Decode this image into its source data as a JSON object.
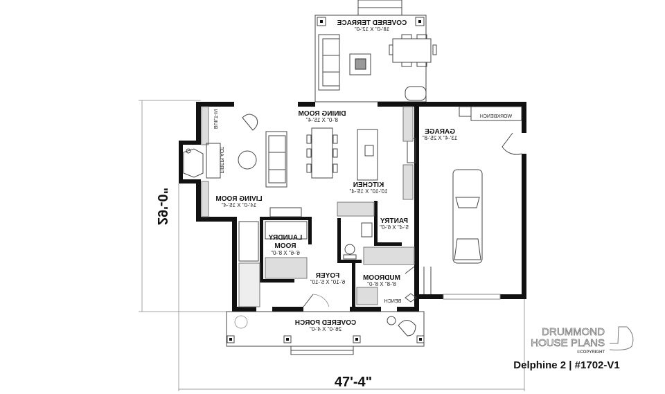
{
  "rooms": {
    "terrace": {
      "name": "COVERED TERRACE",
      "size": "18'-0\" X 12'-0\""
    },
    "dining": {
      "name": "DINING ROOM",
      "size": "8'-0\" X 15'-4\""
    },
    "living": {
      "name": "LIVING ROOM",
      "size": "14'-0\" X 15'-4\""
    },
    "kitchen": {
      "name": "KITCHEN",
      "size": "10'-10\" X 15'-4\""
    },
    "pantry": {
      "name": "PANTRY",
      "size": "5'-4\" X 6'-0\""
    },
    "laundry": {
      "name_line1": "LAUNDRY",
      "name_line2": "ROOM",
      "size": "6'-6\" X 8'-0\""
    },
    "foyer": {
      "name": "FOYER",
      "size": "6'-10\" X 5'-10\""
    },
    "mudroom": {
      "name": "MUDROOM",
      "size": "8'-8\" X 8'-0\""
    },
    "porch": {
      "name": "COVERED PORCH",
      "size": "26'-0\" X 4'-0\""
    },
    "garage": {
      "name": "GARAGE",
      "size": "13'-4\" X 25'-8\""
    }
  },
  "features": {
    "built_in": "BUILT-IN",
    "fireplace": "FIREPLACE",
    "workbench": "WORKBENCH",
    "bench": "BENCH"
  },
  "dimensions": {
    "depth": "29'-0\"",
    "width": "47'-4\""
  },
  "branding": {
    "logo_line1": "DRUMMOND",
    "logo_line2": "HOUSE PLANS",
    "copyright": "©COPYRIGHT",
    "plan_title": "Delphine 2 | #1702-V1"
  },
  "text_mirrored": true
}
